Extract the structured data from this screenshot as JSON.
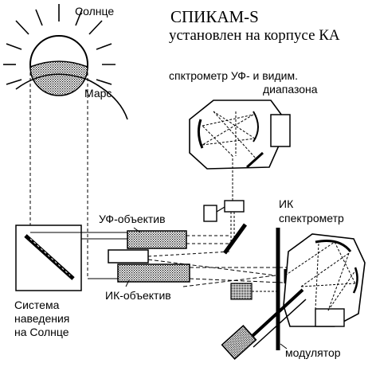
{
  "title": {
    "main": "СПИКАМ-S",
    "subtitle": "установлен на корпусе КА"
  },
  "labels": {
    "sun": "Солнце",
    "mars": "Марс",
    "uv_vis_spectrometer_line1": "спктрометр УФ- и видим.",
    "uv_vis_spectrometer_line2": "диапазона",
    "ir_spectrometer_line1": "ИК",
    "ir_spectrometer_line2": "спектрометр",
    "uv_lens": "УФ-объектив",
    "ir_lens": "ИК-объектив",
    "pointing_line1": "Система",
    "pointing_line2": "наведения",
    "pointing_line3": "на Солнце",
    "modulator": "модулятор"
  },
  "colors": {
    "ink": "#000000",
    "paper": "#ffffff",
    "hatch": "#000000"
  }
}
